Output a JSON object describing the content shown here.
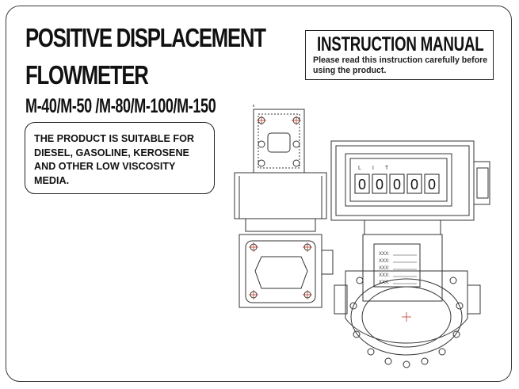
{
  "document": {
    "title_line1": "POSITIVE DISPLACEMENT",
    "title_line2": "FLOWMETER",
    "models": "M-40/M-50 /M-80/M-100/M-150",
    "manual": {
      "title": "INSTRUCTION MANUAL",
      "note": "Please read this instruction carefully before using the product."
    },
    "suitability": "THE PRODUCT IS SUITABLE FOR DIESEL,  GASOLINE, KEROSENE AND OTHER LOW VISCOSITY MEDIA."
  },
  "drawing": {
    "register_label": "LIT",
    "counter_digits": [
      "0",
      "0",
      "0",
      "0",
      "0"
    ],
    "nameplate_lines": [
      "XXX:",
      "XXX:",
      "XXX:",
      "XXX:",
      "XXX:"
    ],
    "line_color": "#333333",
    "accent_color": "#c0392b"
  }
}
